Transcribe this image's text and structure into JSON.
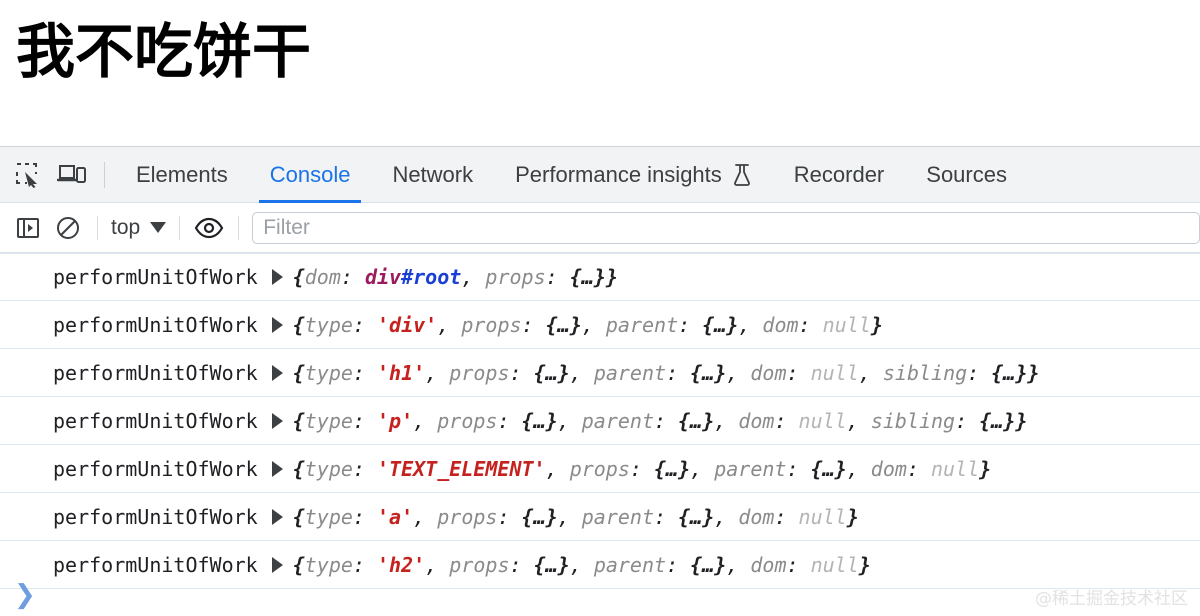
{
  "page": {
    "heading": "我不吃饼干"
  },
  "devtools": {
    "toolbar_icons": [
      {
        "name": "inspect-element-icon",
        "label": "Inspect element"
      },
      {
        "name": "device-toolbar-icon",
        "label": "Toggle device toolbar"
      }
    ],
    "tabs": [
      {
        "label": "Elements",
        "active": false,
        "experimental": false
      },
      {
        "label": "Console",
        "active": true,
        "experimental": false
      },
      {
        "label": "Network",
        "active": false,
        "experimental": false
      },
      {
        "label": "Performance insights",
        "active": false,
        "experimental": true
      },
      {
        "label": "Recorder",
        "active": false,
        "experimental": false
      },
      {
        "label": "Sources",
        "active": false,
        "experimental": false
      }
    ],
    "accent_color": "#1a73e8",
    "tabbar_background": "#f1f3f4"
  },
  "console_toolbar": {
    "sidebar_toggle_icon": "console-sidebar-icon",
    "clear_icon": "clear-console-icon",
    "context": "top",
    "context_caret": "chevron-down-icon",
    "eye_icon": "live-expression-eye-icon",
    "filter": {
      "value": "",
      "placeholder": "Filter"
    }
  },
  "console_messages": [
    {
      "source": "performUnitOfWork",
      "expanded": false,
      "parts": [
        {
          "t": "brace",
          "v": "{"
        },
        {
          "t": "key",
          "v": "dom"
        },
        {
          "t": "punct",
          "v": ": "
        },
        {
          "t": "tag",
          "v": "div"
        },
        {
          "t": "id",
          "v": "#root"
        },
        {
          "t": "punct",
          "v": ", "
        },
        {
          "t": "key",
          "v": "props"
        },
        {
          "t": "punct",
          "v": ": "
        },
        {
          "t": "brace",
          "v": "{…}"
        },
        {
          "t": "brace",
          "v": "}"
        }
      ]
    },
    {
      "source": "performUnitOfWork",
      "expanded": false,
      "parts": [
        {
          "t": "brace",
          "v": "{"
        },
        {
          "t": "key",
          "v": "type"
        },
        {
          "t": "punct",
          "v": ": "
        },
        {
          "t": "str",
          "v": "'div'"
        },
        {
          "t": "punct",
          "v": ", "
        },
        {
          "t": "key",
          "v": "props"
        },
        {
          "t": "punct",
          "v": ": "
        },
        {
          "t": "brace",
          "v": "{…}"
        },
        {
          "t": "punct",
          "v": ", "
        },
        {
          "t": "key",
          "v": "parent"
        },
        {
          "t": "punct",
          "v": ": "
        },
        {
          "t": "brace",
          "v": "{…}"
        },
        {
          "t": "punct",
          "v": ", "
        },
        {
          "t": "key",
          "v": "dom"
        },
        {
          "t": "punct",
          "v": ": "
        },
        {
          "t": "null",
          "v": "null"
        },
        {
          "t": "brace",
          "v": "}"
        }
      ]
    },
    {
      "source": "performUnitOfWork",
      "expanded": false,
      "parts": [
        {
          "t": "brace",
          "v": "{"
        },
        {
          "t": "key",
          "v": "type"
        },
        {
          "t": "punct",
          "v": ": "
        },
        {
          "t": "str",
          "v": "'h1'"
        },
        {
          "t": "punct",
          "v": ", "
        },
        {
          "t": "key",
          "v": "props"
        },
        {
          "t": "punct",
          "v": ": "
        },
        {
          "t": "brace",
          "v": "{…}"
        },
        {
          "t": "punct",
          "v": ", "
        },
        {
          "t": "key",
          "v": "parent"
        },
        {
          "t": "punct",
          "v": ": "
        },
        {
          "t": "brace",
          "v": "{…}"
        },
        {
          "t": "punct",
          "v": ", "
        },
        {
          "t": "key",
          "v": "dom"
        },
        {
          "t": "punct",
          "v": ": "
        },
        {
          "t": "null",
          "v": "null"
        },
        {
          "t": "punct",
          "v": ", "
        },
        {
          "t": "key",
          "v": "sibling"
        },
        {
          "t": "punct",
          "v": ": "
        },
        {
          "t": "brace",
          "v": "{…}"
        },
        {
          "t": "brace",
          "v": "}"
        }
      ]
    },
    {
      "source": "performUnitOfWork",
      "expanded": false,
      "parts": [
        {
          "t": "brace",
          "v": "{"
        },
        {
          "t": "key",
          "v": "type"
        },
        {
          "t": "punct",
          "v": ": "
        },
        {
          "t": "str",
          "v": "'p'"
        },
        {
          "t": "punct",
          "v": ", "
        },
        {
          "t": "key",
          "v": "props"
        },
        {
          "t": "punct",
          "v": ": "
        },
        {
          "t": "brace",
          "v": "{…}"
        },
        {
          "t": "punct",
          "v": ", "
        },
        {
          "t": "key",
          "v": "parent"
        },
        {
          "t": "punct",
          "v": ": "
        },
        {
          "t": "brace",
          "v": "{…}"
        },
        {
          "t": "punct",
          "v": ", "
        },
        {
          "t": "key",
          "v": "dom"
        },
        {
          "t": "punct",
          "v": ": "
        },
        {
          "t": "null",
          "v": "null"
        },
        {
          "t": "punct",
          "v": ", "
        },
        {
          "t": "key",
          "v": "sibling"
        },
        {
          "t": "punct",
          "v": ": "
        },
        {
          "t": "brace",
          "v": "{…}"
        },
        {
          "t": "brace",
          "v": "}"
        }
      ]
    },
    {
      "source": "performUnitOfWork",
      "expanded": false,
      "parts": [
        {
          "t": "brace",
          "v": "{"
        },
        {
          "t": "key",
          "v": "type"
        },
        {
          "t": "punct",
          "v": ": "
        },
        {
          "t": "str",
          "v": "'TEXT_ELEMENT'"
        },
        {
          "t": "punct",
          "v": ", "
        },
        {
          "t": "key",
          "v": "props"
        },
        {
          "t": "punct",
          "v": ": "
        },
        {
          "t": "brace",
          "v": "{…}"
        },
        {
          "t": "punct",
          "v": ", "
        },
        {
          "t": "key",
          "v": "parent"
        },
        {
          "t": "punct",
          "v": ": "
        },
        {
          "t": "brace",
          "v": "{…}"
        },
        {
          "t": "punct",
          "v": ", "
        },
        {
          "t": "key",
          "v": "dom"
        },
        {
          "t": "punct",
          "v": ": "
        },
        {
          "t": "null",
          "v": "null"
        },
        {
          "t": "brace",
          "v": "}"
        }
      ]
    },
    {
      "source": "performUnitOfWork",
      "expanded": false,
      "parts": [
        {
          "t": "brace",
          "v": "{"
        },
        {
          "t": "key",
          "v": "type"
        },
        {
          "t": "punct",
          "v": ": "
        },
        {
          "t": "str",
          "v": "'a'"
        },
        {
          "t": "punct",
          "v": ", "
        },
        {
          "t": "key",
          "v": "props"
        },
        {
          "t": "punct",
          "v": ": "
        },
        {
          "t": "brace",
          "v": "{…}"
        },
        {
          "t": "punct",
          "v": ", "
        },
        {
          "t": "key",
          "v": "parent"
        },
        {
          "t": "punct",
          "v": ": "
        },
        {
          "t": "brace",
          "v": "{…}"
        },
        {
          "t": "punct",
          "v": ", "
        },
        {
          "t": "key",
          "v": "dom"
        },
        {
          "t": "punct",
          "v": ": "
        },
        {
          "t": "null",
          "v": "null"
        },
        {
          "t": "brace",
          "v": "}"
        }
      ]
    },
    {
      "source": "performUnitOfWork",
      "expanded": false,
      "parts": [
        {
          "t": "brace",
          "v": "{"
        },
        {
          "t": "key",
          "v": "type"
        },
        {
          "t": "punct",
          "v": ": "
        },
        {
          "t": "str",
          "v": "'h2'"
        },
        {
          "t": "punct",
          "v": ", "
        },
        {
          "t": "key",
          "v": "props"
        },
        {
          "t": "punct",
          "v": ": "
        },
        {
          "t": "brace",
          "v": "{…}"
        },
        {
          "t": "punct",
          "v": ", "
        },
        {
          "t": "key",
          "v": "parent"
        },
        {
          "t": "punct",
          "v": ": "
        },
        {
          "t": "brace",
          "v": "{…}"
        },
        {
          "t": "punct",
          "v": ", "
        },
        {
          "t": "key",
          "v": "dom"
        },
        {
          "t": "punct",
          "v": ": "
        },
        {
          "t": "null",
          "v": "null"
        },
        {
          "t": "brace",
          "v": "}"
        }
      ]
    }
  ],
  "prompt": {
    "chevron": "❯",
    "value": ""
  },
  "watermark": {
    "text": "@稀土掘金技术社区"
  }
}
